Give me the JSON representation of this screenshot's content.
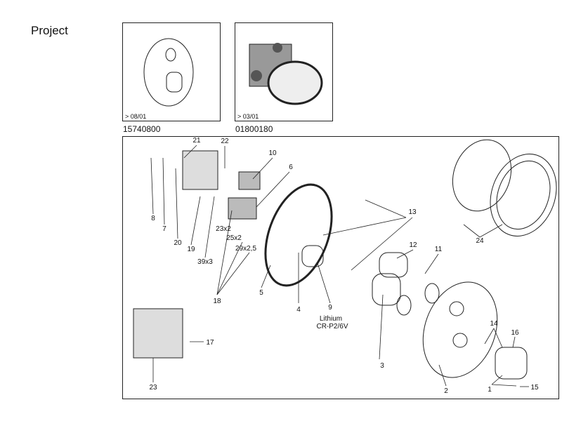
{
  "title": "Project",
  "products": [
    {
      "version": "> 08/01",
      "code": "15740800"
    },
    {
      "version": "> 03/01",
      "code": "01800180"
    }
  ],
  "callouts": [
    "21",
    "22",
    "10",
    "6",
    "8",
    "7",
    "20",
    "19",
    "39x3",
    "23x2",
    "25x2",
    "29x2,5",
    "18",
    "5",
    "4",
    "9",
    "13",
    "12",
    "11",
    "3",
    "24",
    "14",
    "16",
    "2",
    "1",
    "15",
    "17",
    "23"
  ],
  "battery": {
    "label1": "Lithium",
    "label2": "CR-P2/6V"
  }
}
